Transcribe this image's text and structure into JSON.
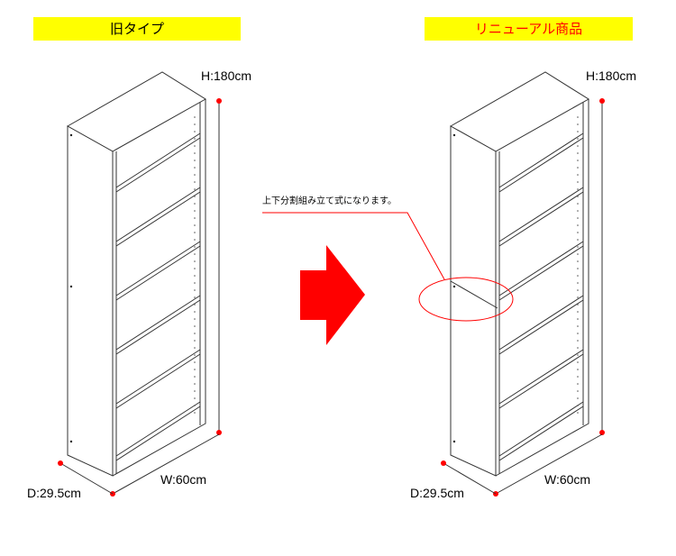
{
  "labels": {
    "old": "旧タイプ",
    "new": "リニューアル商品"
  },
  "old_unit": {
    "height": "H:180cm",
    "width": "W:60cm",
    "depth": "D:29.5cm"
  },
  "new_unit": {
    "height": "H:180cm",
    "width": "W:60cm",
    "depth": "D:29.5cm"
  },
  "callout": "上下分割組み立て式になります。",
  "colors": {
    "accent": "#ff0000",
    "label_bg": "#ffff00"
  }
}
